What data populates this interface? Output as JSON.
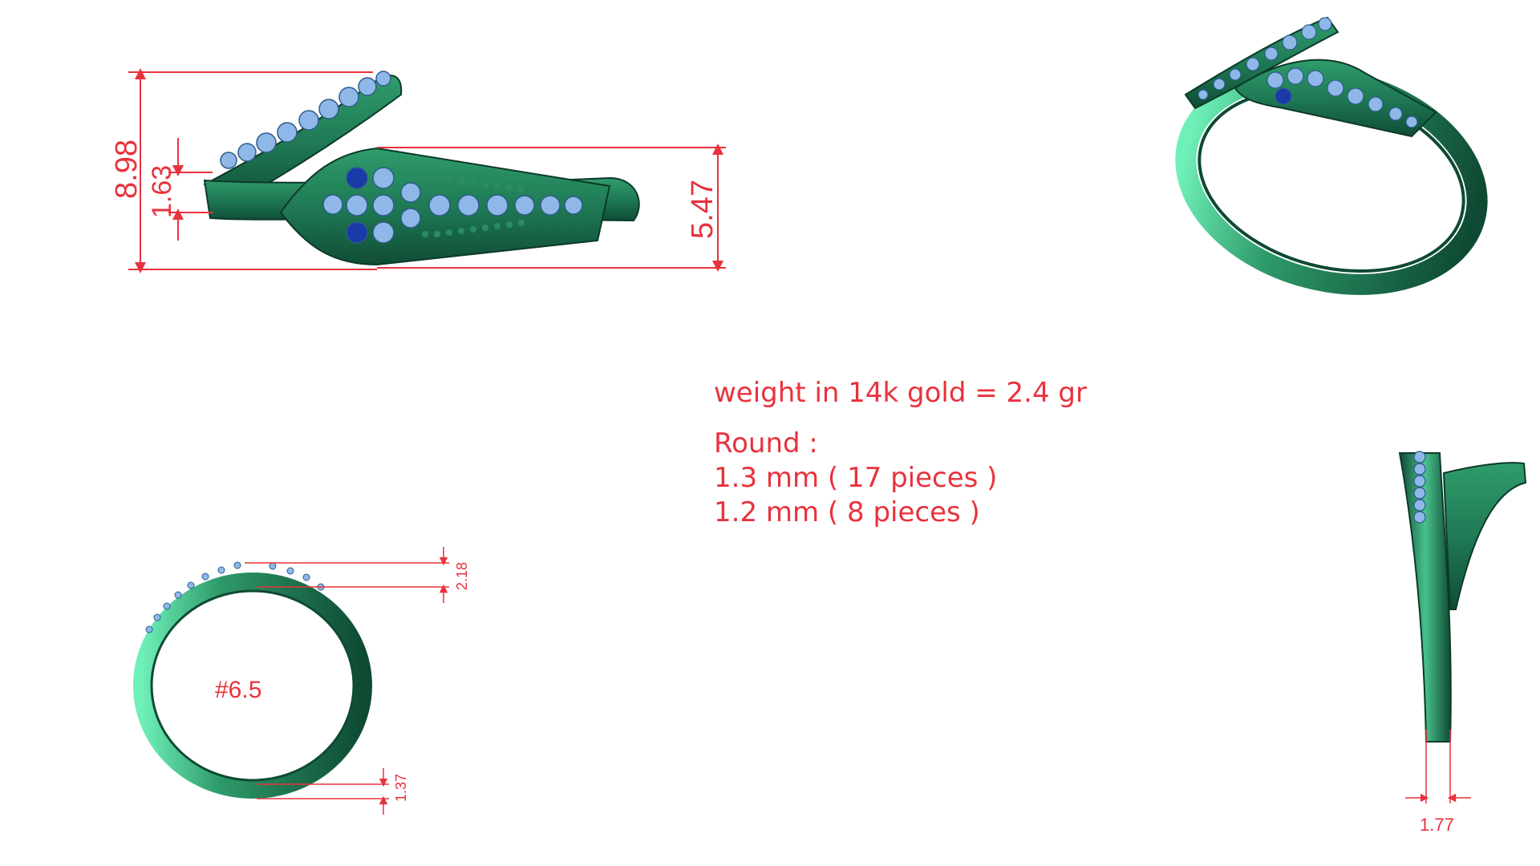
{
  "colors": {
    "metal": "#1f7a55",
    "metal_dark": "#0e4a33",
    "metal_light": "#5fe0a8",
    "stone": "#8fb8e8",
    "stone_dark": "#1a3aa8",
    "dimension": "#e8323c"
  },
  "dimensions": {
    "top_height": "8.98",
    "top_stone_width": "1.63",
    "top_head_height": "5.47",
    "front_top_thickness": "2.18",
    "front_bottom_thickness": "1.37",
    "side_shank_width": "1.77"
  },
  "ring_size": "#6.5",
  "specs": {
    "weight": "weight in 14k gold = 2.4 gr",
    "stone_shape": "Round :",
    "stone_line_1": "1.3 mm ( 17 pieces )",
    "stone_line_2": "1.2 mm ( 8 pieces )"
  }
}
